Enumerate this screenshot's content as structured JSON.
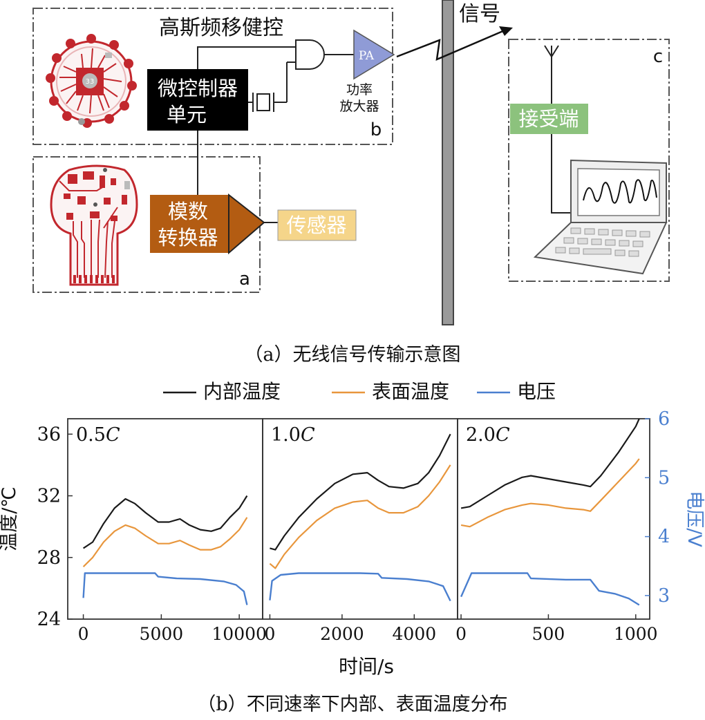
{
  "diagram": {
    "title_top": "高斯频移健控",
    "mcu_line1": "微控制器",
    "mcu_line2": "单元",
    "pa_label": "PA",
    "pa_caption_line1": "功率",
    "pa_caption_line2": "放大器",
    "signal_label": "信号",
    "receiver_label": "接受端",
    "adc_line1": "模数",
    "adc_line2": "转换器",
    "sensor_label": "传感器",
    "box_a": "a",
    "box_b": "b",
    "box_c": "c",
    "chip_label": "33",
    "caption": "（a）无线信号传输示意图",
    "colors": {
      "mcu": "#000000",
      "adc": "#b35c12",
      "sensor": "#f5d58a",
      "pa": "#8f9bd6",
      "receiver": "#8cc27d",
      "pcb": "#c2272d",
      "pole": "#9a9a9a"
    }
  },
  "chart_data": {
    "type": "line",
    "legend": {
      "placement": "top",
      "items": [
        {
          "name": "内部温度",
          "color": "#1a1a1a"
        },
        {
          "name": "表面温度",
          "color": "#e8963c"
        },
        {
          "name": "电压",
          "color": "#4a7fcf"
        }
      ]
    },
    "ylabel_left": "温度/℃",
    "ylabel_right": "电压/V",
    "xlabel": "时间/s",
    "ylim_left": [
      24,
      37
    ],
    "yticks_left": [
      24,
      28,
      32,
      36
    ],
    "ylim_right": [
      2.6,
      6
    ],
    "yticks_right": [
      3,
      4,
      5,
      6
    ],
    "caption": "（b）不同速率下内部、表面温度分布",
    "panels": [
      {
        "label": "0.5C",
        "label_num": "0.5",
        "label_unit": "C",
        "xlim": [
          -1000,
          11500
        ],
        "xticks": [
          0,
          5000,
          10000
        ],
        "series": [
          {
            "name": "内部温度",
            "points": [
              [
                0,
                28.6
              ],
              [
                600,
                29.0
              ],
              [
                1300,
                30.2
              ],
              [
                2000,
                31.2
              ],
              [
                2700,
                31.8
              ],
              [
                3300,
                31.5
              ],
              [
                4000,
                30.9
              ],
              [
                4800,
                30.3
              ],
              [
                5500,
                30.3
              ],
              [
                6200,
                30.5
              ],
              [
                6800,
                30.1
              ],
              [
                7500,
                29.8
              ],
              [
                8200,
                29.7
              ],
              [
                8800,
                29.9
              ],
              [
                9400,
                30.6
              ],
              [
                10000,
                31.2
              ],
              [
                10500,
                32.0
              ]
            ]
          },
          {
            "name": "表面温度",
            "points": [
              [
                0,
                27.4
              ],
              [
                600,
                28.0
              ],
              [
                1300,
                29.0
              ],
              [
                2000,
                29.7
              ],
              [
                2700,
                30.1
              ],
              [
                3300,
                29.9
              ],
              [
                4000,
                29.4
              ],
              [
                4800,
                28.9
              ],
              [
                5500,
                28.9
              ],
              [
                6200,
                29.1
              ],
              [
                6800,
                28.8
              ],
              [
                7500,
                28.5
              ],
              [
                8200,
                28.5
              ],
              [
                8800,
                28.7
              ],
              [
                9400,
                29.2
              ],
              [
                10000,
                29.8
              ],
              [
                10500,
                30.6
              ]
            ]
          },
          {
            "name": "电压",
            "points": [
              [
                0,
                2.96
              ],
              [
                100,
                3.38
              ],
              [
                1500,
                3.38
              ],
              [
                3000,
                3.38
              ],
              [
                4600,
                3.38
              ],
              [
                4800,
                3.32
              ],
              [
                6000,
                3.29
              ],
              [
                7500,
                3.28
              ],
              [
                9000,
                3.24
              ],
              [
                9800,
                3.18
              ],
              [
                10300,
                3.07
              ],
              [
                10500,
                2.84
              ]
            ]
          }
        ]
      },
      {
        "label": "1.0C",
        "label_num": "1.0",
        "label_unit": "C",
        "xlim": [
          -200,
          5200
        ],
        "xticks": [
          0,
          2000,
          4000
        ],
        "series": [
          {
            "name": "内部温度",
            "points": [
              [
                0,
                28.6
              ],
              [
                150,
                28.5
              ],
              [
                400,
                29.4
              ],
              [
                800,
                30.6
              ],
              [
                1300,
                31.8
              ],
              [
                1800,
                32.8
              ],
              [
                2300,
                33.4
              ],
              [
                2700,
                33.5
              ],
              [
                3000,
                33.0
              ],
              [
                3300,
                32.6
              ],
              [
                3700,
                32.5
              ],
              [
                4100,
                32.8
              ],
              [
                4400,
                33.5
              ],
              [
                4700,
                34.6
              ],
              [
                5000,
                36.0
              ]
            ]
          },
          {
            "name": "表面温度",
            "points": [
              [
                0,
                27.6
              ],
              [
                150,
                27.3
              ],
              [
                400,
                28.2
              ],
              [
                800,
                29.3
              ],
              [
                1300,
                30.4
              ],
              [
                1800,
                31.2
              ],
              [
                2300,
                31.6
              ],
              [
                2700,
                31.7
              ],
              [
                3000,
                31.2
              ],
              [
                3300,
                30.9
              ],
              [
                3700,
                30.9
              ],
              [
                4100,
                31.3
              ],
              [
                4400,
                32.0
              ],
              [
                4700,
                32.9
              ],
              [
                5000,
                34.0
              ]
            ]
          },
          {
            "name": "电压",
            "points": [
              [
                0,
                2.92
              ],
              [
                60,
                3.25
              ],
              [
                300,
                3.35
              ],
              [
                800,
                3.38
              ],
              [
                1500,
                3.38
              ],
              [
                2500,
                3.38
              ],
              [
                3000,
                3.37
              ],
              [
                3100,
                3.3
              ],
              [
                3800,
                3.28
              ],
              [
                4400,
                3.24
              ],
              [
                4800,
                3.16
              ],
              [
                5000,
                2.91
              ]
            ]
          }
        ]
      },
      {
        "label": "2.0C",
        "label_num": "2.0",
        "label_unit": "C",
        "xlim": [
          -20,
          1080
        ],
        "xticks": [
          0,
          500,
          1000
        ],
        "series": [
          {
            "name": "内部温度",
            "points": [
              [
                0,
                31.2
              ],
              [
                50,
                31.3
              ],
              [
                150,
                32.0
              ],
              [
                250,
                32.7
              ],
              [
                350,
                33.2
              ],
              [
                400,
                33.3
              ],
              [
                500,
                33.1
              ],
              [
                600,
                32.9
              ],
              [
                700,
                32.7
              ],
              [
                740,
                32.6
              ],
              [
                800,
                33.3
              ],
              [
                900,
                34.8
              ],
              [
                1000,
                36.5
              ],
              [
                1020,
                37.0
              ]
            ]
          },
          {
            "name": "表面温度",
            "points": [
              [
                0,
                30.1
              ],
              [
                50,
                30.0
              ],
              [
                150,
                30.6
              ],
              [
                250,
                31.1
              ],
              [
                350,
                31.4
              ],
              [
                400,
                31.5
              ],
              [
                500,
                31.4
              ],
              [
                600,
                31.2
              ],
              [
                700,
                31.1
              ],
              [
                740,
                31.0
              ],
              [
                800,
                31.7
              ],
              [
                900,
                32.9
              ],
              [
                1000,
                34.1
              ],
              [
                1020,
                34.4
              ]
            ]
          },
          {
            "name": "电压",
            "points": [
              [
                0,
                2.98
              ],
              [
                60,
                3.38
              ],
              [
                200,
                3.38
              ],
              [
                380,
                3.38
              ],
              [
                400,
                3.29
              ],
              [
                600,
                3.27
              ],
              [
                740,
                3.27
              ],
              [
                790,
                3.08
              ],
              [
                880,
                3.03
              ],
              [
                960,
                2.95
              ],
              [
                1020,
                2.84
              ]
            ]
          }
        ]
      }
    ]
  }
}
